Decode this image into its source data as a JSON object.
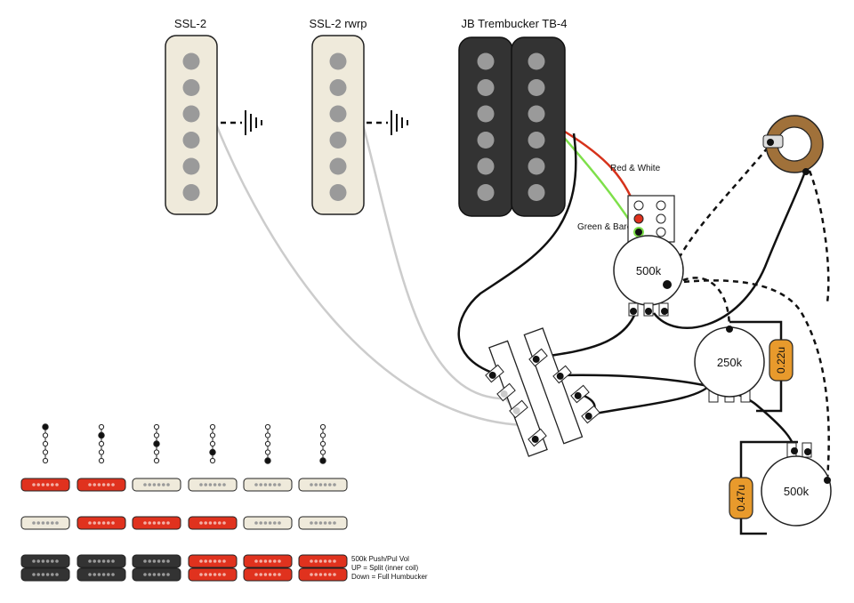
{
  "pickups": {
    "neck": "SSL-2",
    "middle": "SSL-2 rwrp",
    "bridge": "JB Trembucker TB-4"
  },
  "wire_labels": {
    "red_white": "Red & White",
    "green_bare": "Green & Bare"
  },
  "pots": {
    "push_pull": "500k",
    "tone_250": "250k",
    "volume_500": "500k"
  },
  "caps": {
    "cap_022": "0.22u",
    "cap_047": "0.47u"
  },
  "legend": {
    "line1": "500k Push/Pul Vol",
    "line2": "UP = Split (inner coil)",
    "line3": "Down = Full Humbucker"
  },
  "colors": {
    "single_coil_body": "#efeadb",
    "humbucker_body": "#333333",
    "active_coil": "#e0321e",
    "pole_piece": "#9a9a9a",
    "cap_orange": "#e89a2c",
    "red_wire": "#d6321b",
    "green_wire": "#7ee04a",
    "white_wire": "#cccccc",
    "jack_brown": "#a0713a"
  }
}
